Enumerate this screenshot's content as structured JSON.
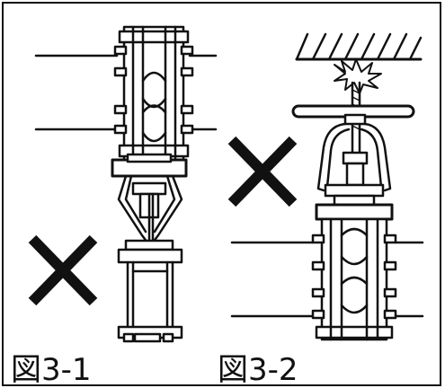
{
  "figure": {
    "captions": {
      "fig1": "図3-1",
      "fig2": "図3-2"
    },
    "marks": {
      "cross_1": "cross-mark",
      "cross_2": "cross-mark"
    },
    "colors": {
      "ink": "#111111",
      "paper": "#ffffff"
    }
  }
}
